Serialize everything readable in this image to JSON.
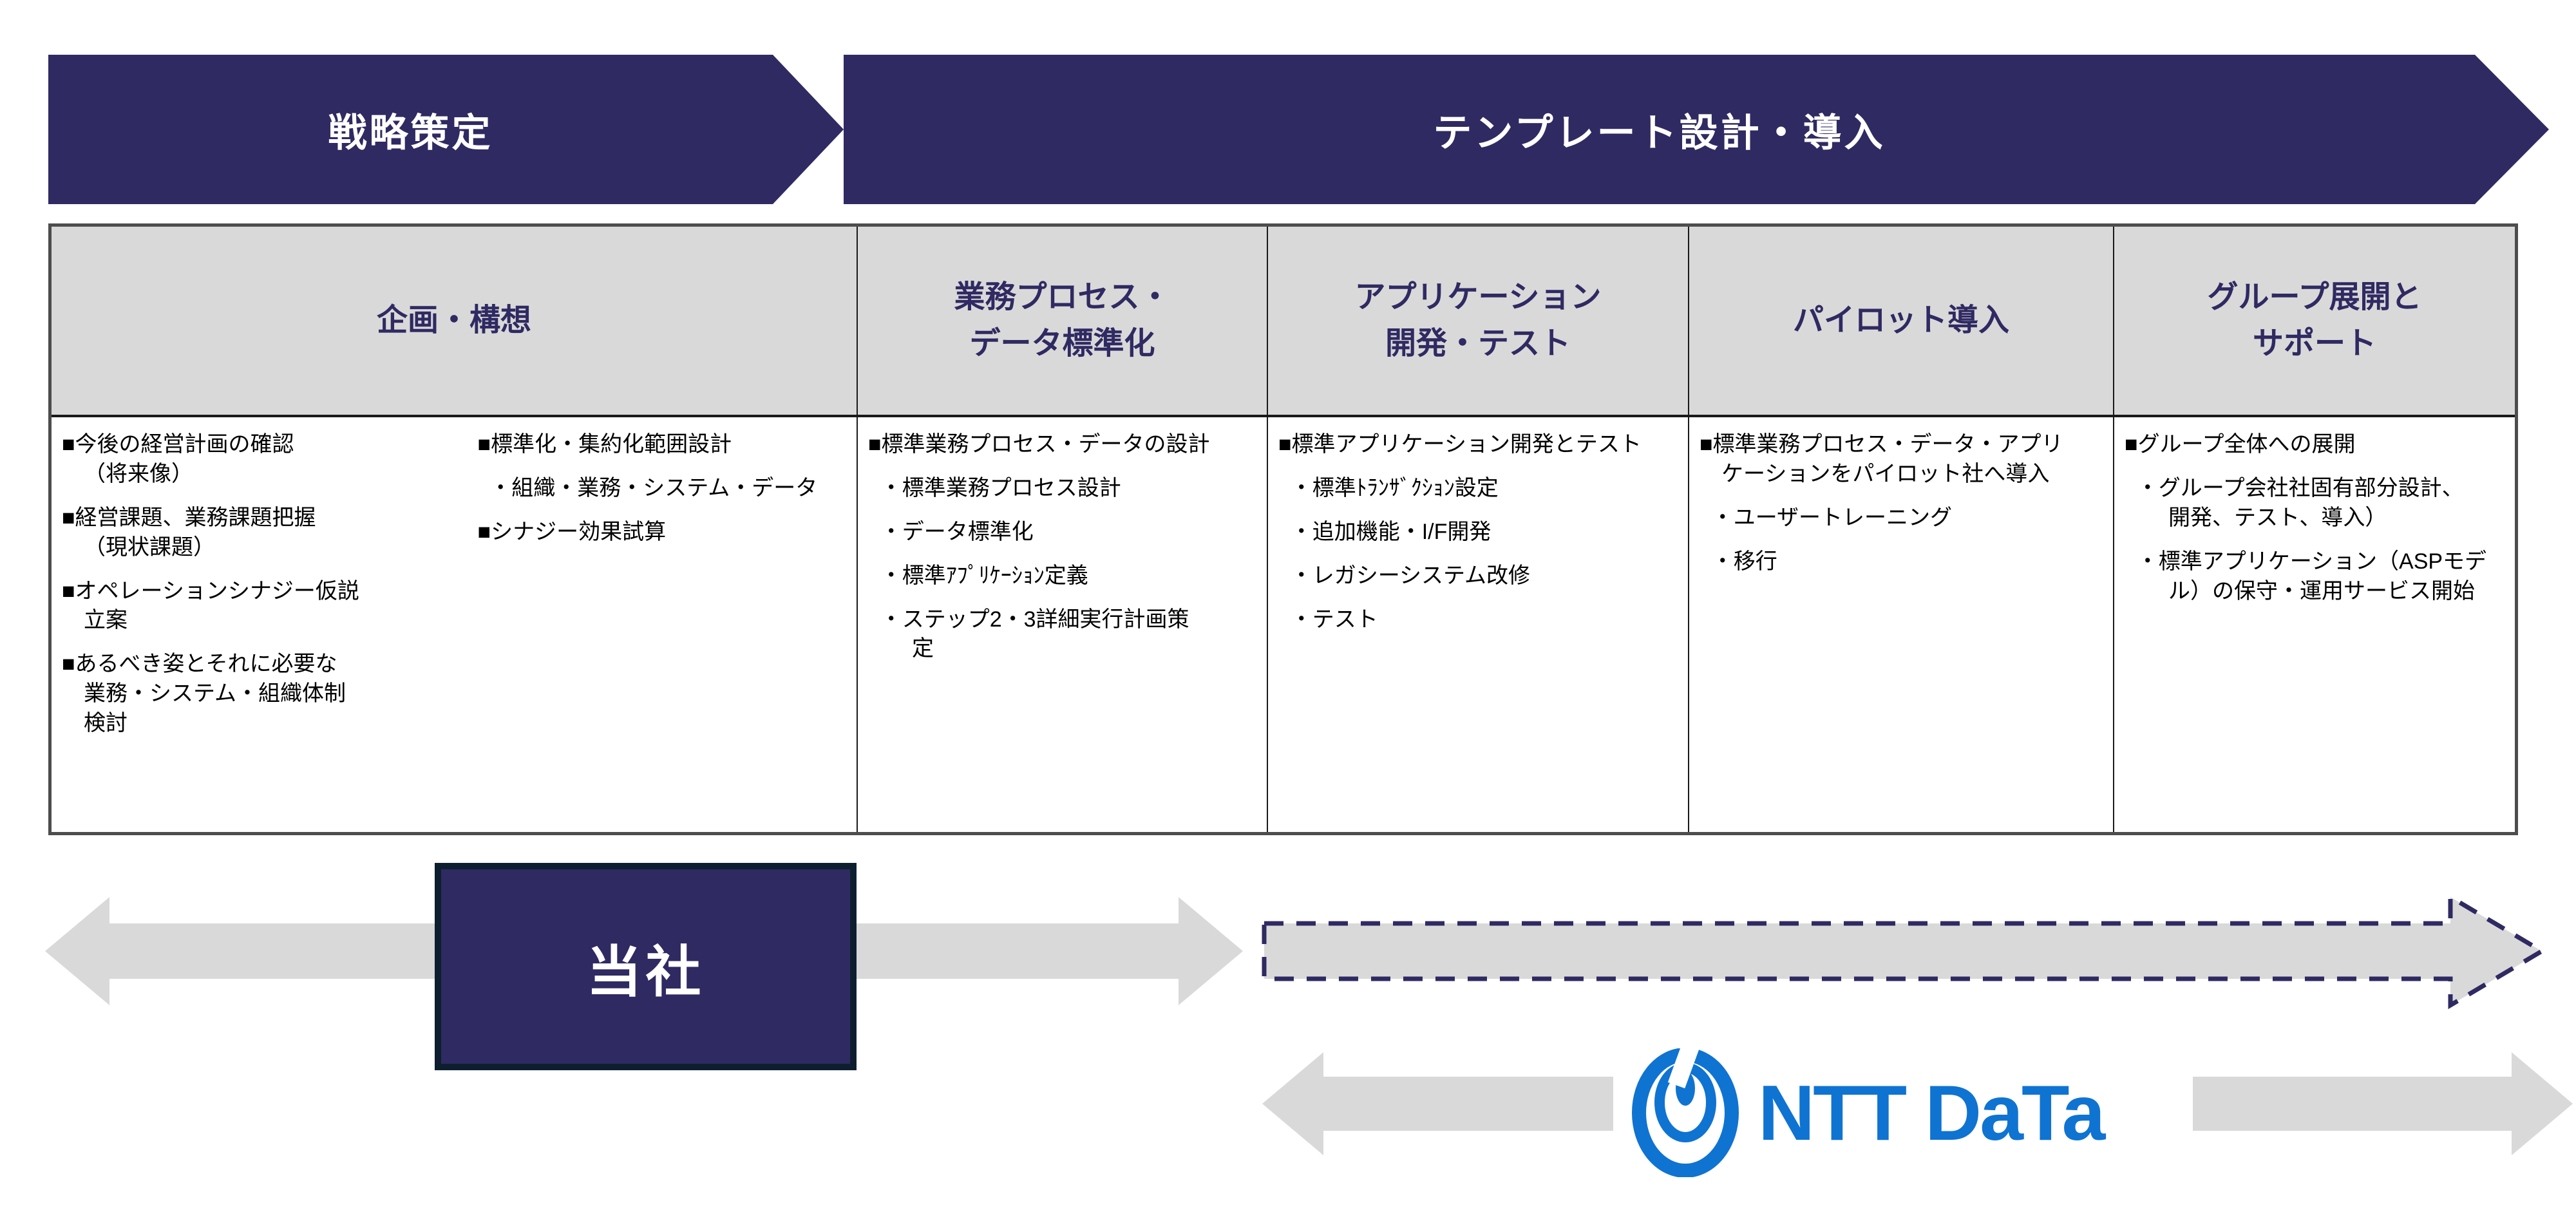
{
  "colors": {
    "accent_navy": "#2f2a62",
    "box_border": "#0d1f2f",
    "header_gray": "#d9d9d9",
    "arrow_gray": "#d9d9d9",
    "ntt_blue": "#0f73d2",
    "body_text": "#000000"
  },
  "banners": {
    "strategy": "戦略策定",
    "template": "テンプレート設計・導入"
  },
  "table": {
    "columns": [
      {
        "header": "企画・構想",
        "lists": [
          [
            {
              "lv": 1,
              "t": "■今後の経営計画の確認\n（将来像）"
            },
            {
              "lv": 1,
              "t": "■経営課題、業務課題把握\n（現状課題）"
            },
            {
              "lv": 1,
              "t": "■オペレーションシナジー仮説\n立案"
            },
            {
              "lv": 1,
              "t": "■あるべき姿とそれに必要な\n業務・システム・組織体制\n検討"
            }
          ],
          [
            {
              "lv": 1,
              "t": "■標準化・集約化範囲設計"
            },
            {
              "lv": 2,
              "t": "・組織・業務・システム・データ"
            },
            {
              "lv": 1,
              "t": "■シナジー効果試算"
            }
          ]
        ]
      },
      {
        "header": "業務プロセス・\nデータ標準化",
        "lists": [
          [
            {
              "lv": 1,
              "t": "■標準業務プロセス・データの設計"
            },
            {
              "lv": 2,
              "t": "・標準業務プロセス設計"
            },
            {
              "lv": 2,
              "t": "・データ標準化"
            },
            {
              "lv": 2,
              "t": "・標準ｱﾌﾟﾘｹｰｼｮﾝ定義"
            },
            {
              "lv": 2,
              "t": "・ステップ2・3詳細実行計画策\n定"
            }
          ]
        ]
      },
      {
        "header": "アプリケーション\n開発・テスト",
        "lists": [
          [
            {
              "lv": 1,
              "t": "■標準アプリケーション開発とテスト"
            },
            {
              "lv": 2,
              "t": "・標準ﾄﾗﾝｻﾞｸｼｮﾝ設定"
            },
            {
              "lv": 2,
              "t": "・追加機能・I/F開発"
            },
            {
              "lv": 2,
              "t": "・レガシーシステム改修"
            },
            {
              "lv": 2,
              "t": "・テスト"
            }
          ]
        ]
      },
      {
        "header": "パイロット導入",
        "lists": [
          [
            {
              "lv": 1,
              "t": "■標準業務プロセス・データ・アプリ\nケーションをパイロット社へ導入"
            },
            {
              "lv": 2,
              "t": "・ユーザートレーニング"
            },
            {
              "lv": 2,
              "t": "・移行"
            }
          ]
        ]
      },
      {
        "header": "グループ展開と\nサポート",
        "lists": [
          [
            {
              "lv": 1,
              "t": "■グループ全体への展開"
            },
            {
              "lv": 2,
              "t": "・グループ会社社固有部分設計、\n開発、テスト、導入）"
            },
            {
              "lv": 2,
              "t": "・標準アプリケーション（ASPモデ\nル）の保守・運用サービス開始"
            }
          ]
        ]
      }
    ]
  },
  "bottom": {
    "company_label": "当社",
    "logo_text": "NTT DaTa"
  }
}
